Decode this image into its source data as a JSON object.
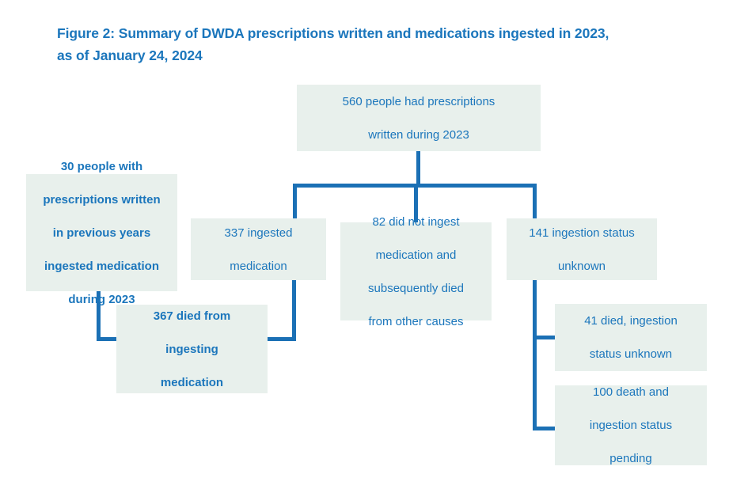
{
  "figure": {
    "title_line1": "Figure 2: Summary of DWDA prescriptions written and medications ingested in 2023,",
    "title_line2": "as of January 24, 2024"
  },
  "colors": {
    "box_fill": "#e8f0ec",
    "text_blue": "#1b76bc",
    "connector_blue": "#1b70b5",
    "background": "#ffffff"
  },
  "chart_data": {
    "type": "diagram",
    "title": "Figure 2: Summary of DWDA prescriptions written and medications ingested in 2023, as of January 24, 2024",
    "nodes": [
      {
        "id": "prescriptions_2023",
        "value": 560,
        "label": "560 people had prescriptions written during 2023"
      },
      {
        "id": "previous_years",
        "value": 30,
        "label": "30 people with prescriptions written in previous years ingested medication during 2023"
      },
      {
        "id": "ingested",
        "value": 337,
        "label": "337 ingested medication"
      },
      {
        "id": "not_ingested_other_causes",
        "value": 82,
        "label": "82 did not ingest medication and subsequently died from other causes"
      },
      {
        "id": "ingestion_unknown",
        "value": 141,
        "label": "141 ingestion status unknown"
      },
      {
        "id": "died_ingesting",
        "value": 367,
        "label": "367 died from ingesting medication"
      },
      {
        "id": "died_status_unknown",
        "value": 41,
        "label": "41 died, ingestion status unknown"
      },
      {
        "id": "death_pending",
        "value": 100,
        "label": "100 death and ingestion status pending"
      }
    ],
    "edges": [
      {
        "from": "prescriptions_2023",
        "to": "ingested"
      },
      {
        "from": "prescriptions_2023",
        "to": "not_ingested_other_causes"
      },
      {
        "from": "prescriptions_2023",
        "to": "ingestion_unknown"
      },
      {
        "from": "previous_years",
        "to": "died_ingesting"
      },
      {
        "from": "ingested",
        "to": "died_ingesting"
      },
      {
        "from": "ingestion_unknown",
        "to": "died_status_unknown"
      },
      {
        "from": "ingestion_unknown",
        "to": "death_pending"
      }
    ]
  },
  "boxes": {
    "top": {
      "line1": "560 people had prescriptions",
      "line2": "written during 2023"
    },
    "left": {
      "line1": "30 people with",
      "line2": "prescriptions written",
      "line3": "in previous years",
      "line4": "ingested medication",
      "line5": "during 2023"
    },
    "ingested": {
      "line1": "337 ingested",
      "line2": "medication"
    },
    "other_causes": {
      "line1": "82 did not ingest",
      "line2": "medication and",
      "line3": "subsequently died",
      "line4": "from other causes"
    },
    "unknown": {
      "line1": "141 ingestion status",
      "line2": "unknown"
    },
    "died_ingesting": {
      "line1": "367 died from",
      "line2": "ingesting",
      "line3": "medication"
    },
    "died_unknown": {
      "line1": "41 died, ingestion",
      "line2": "status unknown"
    },
    "pending": {
      "line1": "100 death and",
      "line2": "ingestion status",
      "line3": "pending"
    }
  }
}
